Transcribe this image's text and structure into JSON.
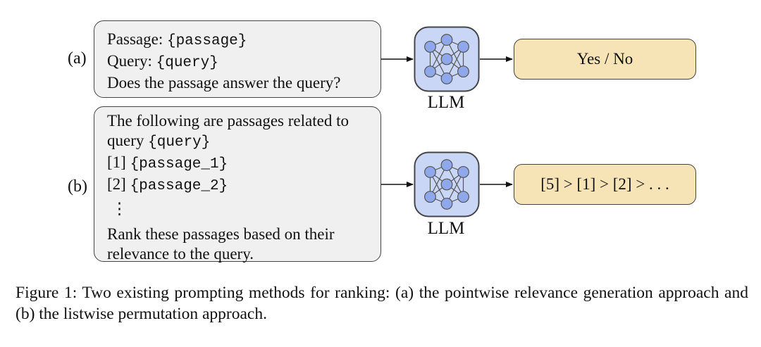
{
  "panel_a": {
    "label": "(a)",
    "prompt_lines": [
      {
        "text": "Passage: ",
        "mono": "{passage}"
      },
      {
        "text": "Query: ",
        "mono": "{query}"
      },
      {
        "text": "Does the passage answer the query?",
        "mono": ""
      }
    ],
    "model_label": "LLM",
    "output": "Yes / No"
  },
  "panel_b": {
    "label": "(b)",
    "prompt_lines": [
      {
        "text": "The following are passages related to",
        "mono": ""
      },
      {
        "text": "query ",
        "mono": "{query}"
      },
      {
        "text": "[1] ",
        "mono": "{passage_1}"
      },
      {
        "text": "[2] ",
        "mono": "{passage_2}"
      },
      {
        "text": "⋮",
        "mono": ""
      },
      {
        "text": "Rank these passages based on their",
        "mono": ""
      },
      {
        "text": "relevance to the query.",
        "mono": ""
      }
    ],
    "model_label": "LLM",
    "output": "[5] > [1] > [2] > . . ."
  },
  "caption": "Figure 1: Two existing prompting methods for ranking: (a) the pointwise relevance generation approach and (b) the listwise permutation approach.",
  "colors": {
    "prompt_fill": "#f0f0f0",
    "output_fill": "#f6e4b6",
    "llm_fill": "#c9d6f5",
    "node_fill": "#8fa8ec",
    "stroke": "#444444"
  },
  "icons": [
    "neural-network-icon"
  ]
}
